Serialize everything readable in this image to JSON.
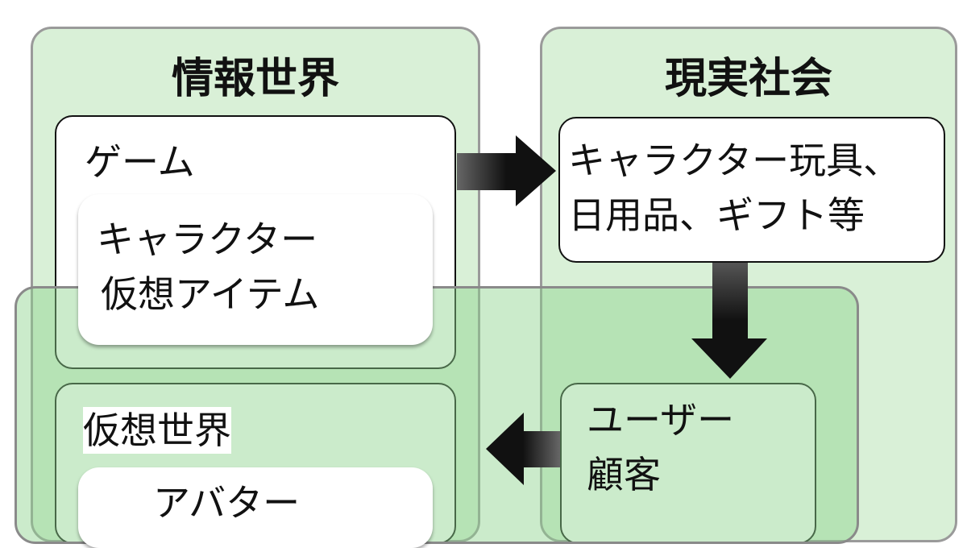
{
  "panels": {
    "info_world": {
      "title": "情報世界"
    },
    "real_society": {
      "title": "現実社会"
    }
  },
  "boxes": {
    "game": {
      "label": "ゲーム",
      "inner": [
        "キャラクター",
        "仮想アイテム"
      ]
    },
    "goods": {
      "lines": [
        "キャラクター玩具、",
        "日用品、ギフト等"
      ]
    },
    "user": {
      "lines": [
        "ユーザー",
        "顧客"
      ]
    },
    "virtual": {
      "label": "仮想世界",
      "inner": [
        "アバター"
      ]
    }
  },
  "colors": {
    "panel": "#d9f0d7",
    "overlap": "#b5e3b5",
    "arrow": "#111111"
  }
}
